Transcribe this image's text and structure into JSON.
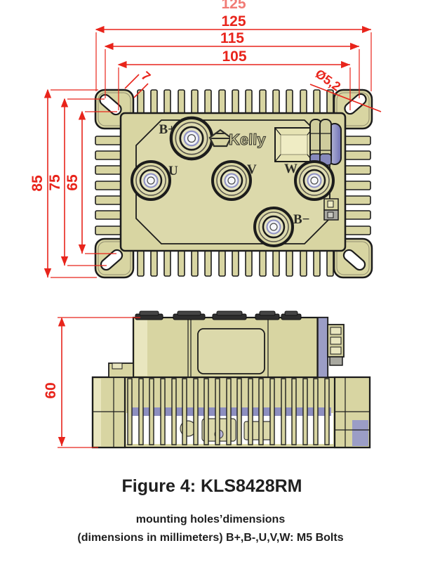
{
  "figure": {
    "title": "Figure 4: KLS8428RM",
    "subtitle": "mounting holes’dimensions",
    "note": "(dimensions in millimeters) B+,B-,U,V,W: M5 Bolts"
  },
  "dimensions": {
    "ghost_top": "125",
    "width_overall": "125",
    "width_outer_holes": "115",
    "width_inner_holes": "105",
    "height_overall": "85",
    "height_outer_holes": "75",
    "height_inner_holes": "65",
    "side_height": "60",
    "hole_diameter": "Ø5,2",
    "slot_width": "7"
  },
  "device": {
    "brand": "Kelly",
    "terminals": {
      "bplus": "B+",
      "u": "U",
      "v": "V",
      "w": "W",
      "bminus": "B−"
    }
  },
  "colors": {
    "dimension_red": "#e8241b",
    "body_khaki": "#d8d5a2",
    "body_light": "#e9e6bf",
    "body_dark": "#c6c394",
    "outline_black": "#1c1c1c",
    "accent_blue": "#9092c4",
    "accent_purple": "#7173b2",
    "caption_black": "#1f1f1f"
  }
}
